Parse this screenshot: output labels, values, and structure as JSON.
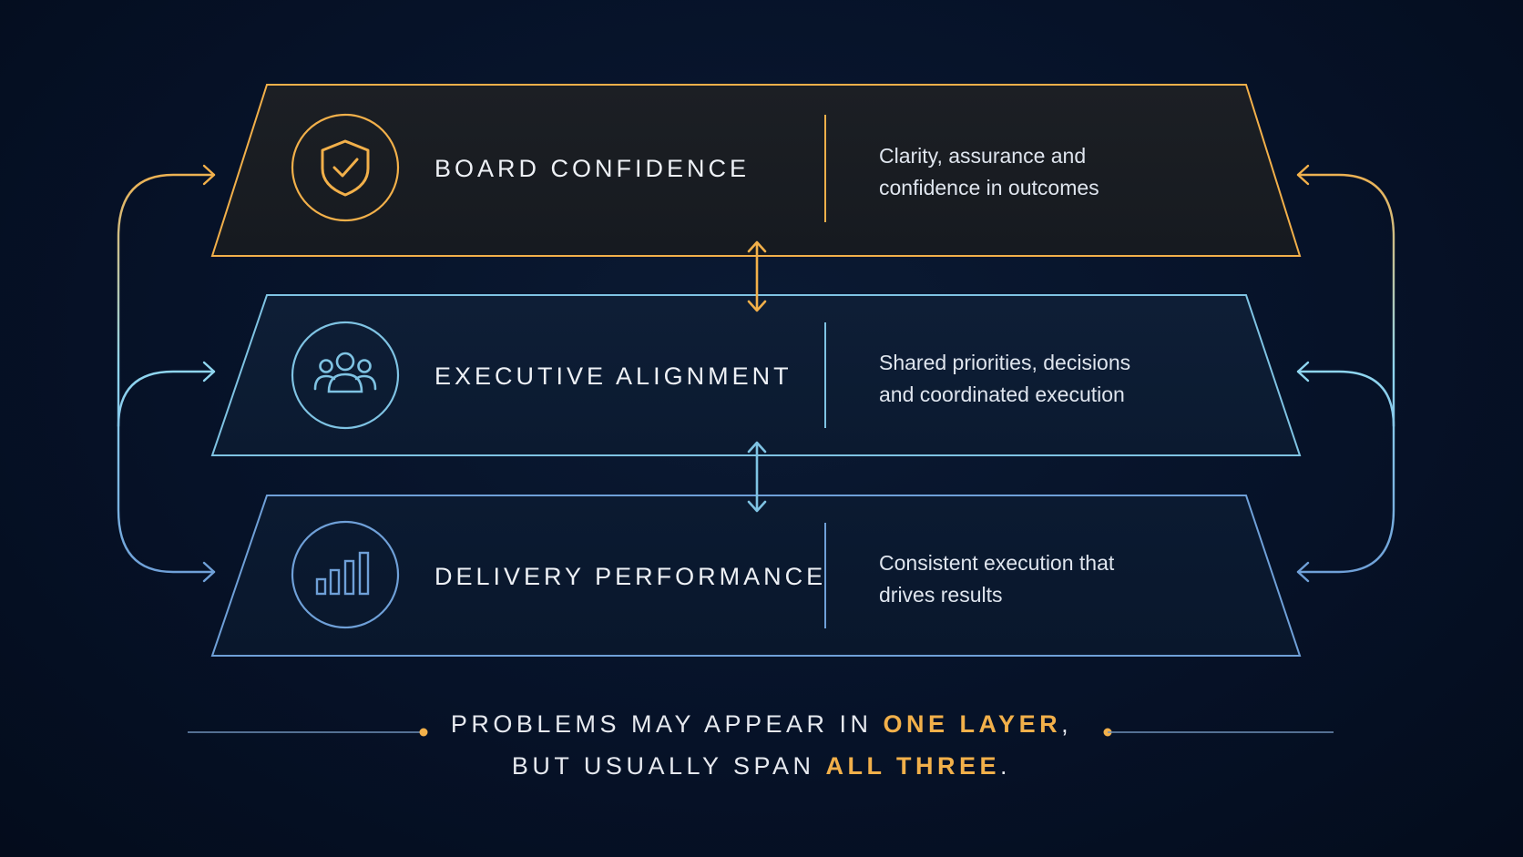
{
  "colors": {
    "background": "#061228",
    "gold": "#f2b04a",
    "light_blue": "#7fc3e3",
    "steel_blue": "#6fa0d8",
    "text": "#eef1f6"
  },
  "layers": [
    {
      "title": "BOARD CONFIDENCE",
      "icon": "shield-check-icon",
      "description": [
        "Clarity, assurance and",
        "confidence in outcomes"
      ]
    },
    {
      "title": "EXECUTIVE ALIGNMENT",
      "icon": "people-group-icon",
      "description": [
        "Shared priorities, decisions",
        "and coordinated execution"
      ]
    },
    {
      "title": "DELIVERY PERFORMANCE",
      "icon": "bar-chart-icon",
      "description": [
        "Consistent execution that",
        "drives results"
      ]
    }
  ],
  "footer": {
    "line1_pre": "PROBLEMS MAY APPEAR IN ",
    "line1_highlight": "ONE LAYER",
    "line1_post": ",",
    "line2_pre": "BUT USUALLY SPAN ",
    "line2_highlight": "ALL THREE",
    "line2_post": "."
  }
}
